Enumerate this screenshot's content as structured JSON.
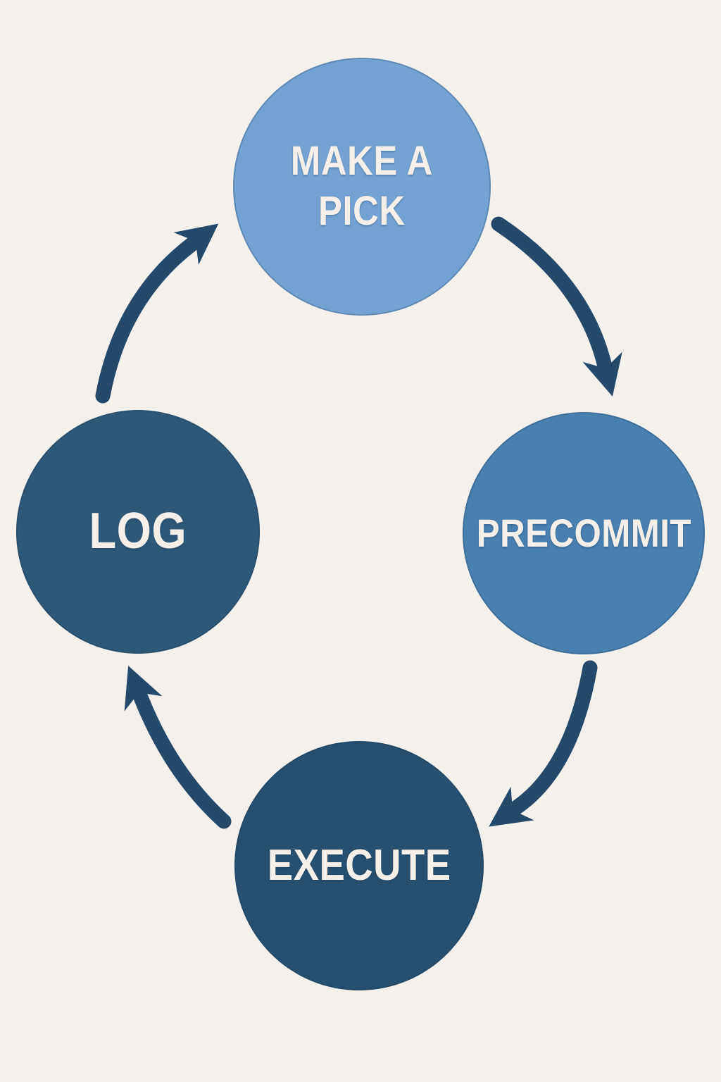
{
  "diagram": {
    "type": "cycle",
    "direction": "clockwise",
    "background_color": "#f4f1ec",
    "arrow_color": "#24496b",
    "label_color": "#f4f0e9",
    "steps": [
      {
        "id": "make-a-pick",
        "label": "MAKE A\nPICK",
        "circle_color": "#74a3d3"
      },
      {
        "id": "precommit",
        "label": "PRECOMMIT",
        "circle_color": "#4a80b0"
      },
      {
        "id": "execute",
        "label": "EXECUTE",
        "circle_color": "#275070"
      },
      {
        "id": "log",
        "label": "LOG",
        "circle_color": "#2e5878"
      }
    ],
    "arrows": [
      {
        "from": "make-a-pick",
        "to": "precommit"
      },
      {
        "from": "precommit",
        "to": "execute"
      },
      {
        "from": "execute",
        "to": "log"
      },
      {
        "from": "log",
        "to": "make-a-pick"
      }
    ]
  }
}
